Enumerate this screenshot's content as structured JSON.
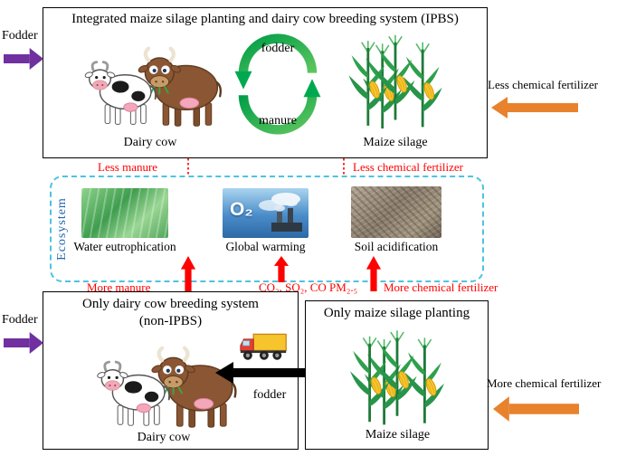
{
  "colors": {
    "purple_arrow": "#7030A0",
    "orange_arrow": "#E8822D",
    "red": "#FF0000",
    "cycle_green": "#00A94F",
    "ecosystem_border": "#4EC3E0",
    "ecosystem_text": "#2065B0"
  },
  "ipbs_box": {
    "title": "Integrated maize silage planting and dairy cow breeding system (IPBS)",
    "cycle_top_label": "fodder",
    "cycle_bottom_label": "manure",
    "dairy_cow_caption": "Dairy cow",
    "maize_caption": "Maize silage"
  },
  "external_inputs": {
    "fodder_top": "Fodder",
    "less_chemical_fertilizer": "Less chemical fertilizer",
    "fodder_bottom": "Fodder",
    "more_chemical_fertilizer": "More chemical fertilizer"
  },
  "ecosystem": {
    "title": "Ecosystem",
    "items": [
      {
        "label": "Water eutrophication"
      },
      {
        "label": "Global warming",
        "overlay": "O₂"
      },
      {
        "label": "Soil acidification"
      }
    ]
  },
  "reduced_impacts": {
    "less_manure": "Less manure",
    "less_chemical_fertilizer": "Less chemical fertilizer"
  },
  "increased_impacts": {
    "more_manure": "More manure",
    "emissions": "CO₂, SO₂, CO PM₂.₅",
    "more_chemical_fertilizer": "More chemical fertilizer"
  },
  "non_ipbs_box": {
    "title_line1": "Only dairy cow breeding system",
    "title_line2": "(non-IPBS)",
    "dairy_cow_caption": "Dairy cow"
  },
  "maize_only_box": {
    "title": "Only maize silage planting",
    "maize_caption": "Maize silage"
  },
  "transfer": {
    "fodder_label": "fodder"
  }
}
